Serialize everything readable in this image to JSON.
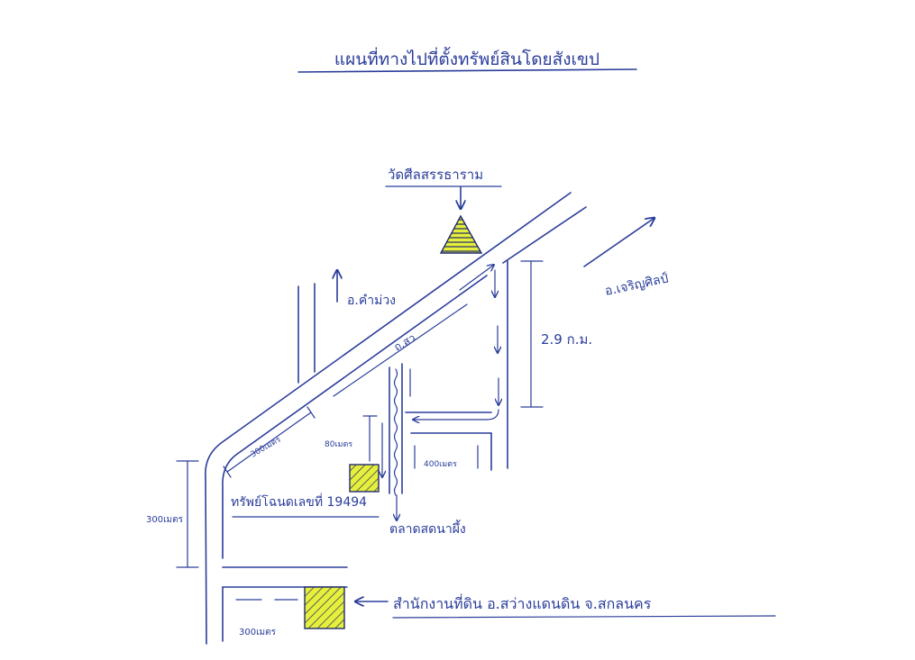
{
  "map": {
    "title": "แผนที่ทางไปที่ตั้งทรัพย์สินโดยสังเขป",
    "colors": {
      "ink": "#2a3d9a",
      "fill": "#e6ef3a",
      "hatch": "#1f2a70",
      "paper": "#ffffff"
    },
    "landmarks": {
      "temple": "วัดศีลสรรธาราม",
      "property": "ทรัพย์โฉนดเลขที่ 19494",
      "land_office": "สำนักงานที่ดิน อ.สว่างแดนดิน จ.สกลนคร",
      "market": "ตลาดสดนาผึ้ง"
    },
    "roads": {
      "kham_muang": "อ.คำม่วง",
      "charoen_sin": "อ.เจริญศิลป์",
      "road_name": "ถ.สว",
      "distance_km": "2.9 ก.ม."
    },
    "distances": {
      "d_left_vertical": "300เมตร",
      "d_bottom": "300เมตร",
      "d_diagonal": "300เมตร",
      "d_small": "80เมตร",
      "d_right": "400เมตร"
    }
  }
}
